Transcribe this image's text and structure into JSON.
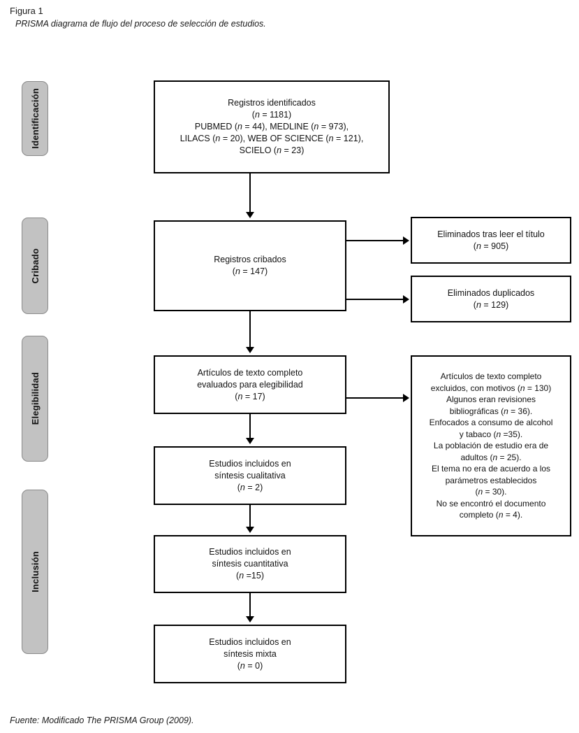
{
  "figure": {
    "label": "Figura 1",
    "caption": "PRISMA diagrama de flujo del proceso de selección de estudios.",
    "source": "Fuente: Modificado The PRISMA Group (2009)."
  },
  "stages": [
    {
      "label": "Identificación"
    },
    {
      "label": "Cribado"
    },
    {
      "label": "Elegibilidad"
    },
    {
      "label": "Inclusión"
    }
  ],
  "boxes": {
    "identified": {
      "name": "Registros identificados",
      "lines": [
        "Registros identificados",
        "(n = 1181)",
        "PUBMED (n = 44), MEDLINE (n = 973),",
        "LILACS (n = 20), WEB OF SCIENCE (n = 121),",
        "SCIELO (n = 23)"
      ]
    },
    "screened": {
      "name": "Registros cribados",
      "lines": [
        "Registros cribados",
        "(n = 147)"
      ]
    },
    "excluded_title": {
      "name": "Eliminados tras leer el título",
      "lines": [
        "Eliminados tras leer el título",
        "(n = 905)"
      ]
    },
    "excluded_duplicates": {
      "name": "Eliminados duplicados",
      "lines": [
        "Eliminados duplicados",
        "(n = 129)"
      ]
    },
    "eligibility": {
      "name": "Artículos de texto completo evaluados para elegibilidad",
      "lines": [
        "Artículos de texto completo",
        "evaluados para elegibilidad",
        "(n = 17)"
      ]
    },
    "excluded_reasons": {
      "name": "Artículos de texto completo excluidos, con motivos",
      "lines": [
        "Artículos de texto completo",
        "excluidos, con motivos (n = 130)",
        "Algunos eran revisiones",
        "bibliográficas (n = 36).",
        "Enfocados a consumo de alcohol",
        "y tabaco (n =35).",
        "La población de estudio era de",
        "adultos (n = 25).",
        "El tema no era de acuerdo a los",
        "parámetros establecidos",
        "(n = 30).",
        "No se encontró el documento",
        "completo (n = 4)."
      ]
    },
    "qualitative": {
      "name": "Estudios incluidos en síntesis cualitativa",
      "lines": [
        "Estudios incluidos en",
        "síntesis cualitativa",
        "(n = 2)"
      ]
    },
    "quantitative": {
      "name": "Estudios incluidos en síntesis cuantitativa",
      "lines": [
        "Estudios incluidos en",
        "síntesis cuantitativa",
        "(n =15)"
      ]
    },
    "mixed": {
      "name": "Estudios incluidos en síntesis mixta",
      "lines": [
        "Estudios incluidos en",
        "síntesis mixta",
        "(n = 0)"
      ]
    }
  },
  "colors": {
    "pill_fill": "#c2c2c2",
    "pill_border": "#8a8a8a",
    "box_border": "#000000",
    "text": "#111111",
    "background": "#ffffff"
  },
  "chart_data": {
    "type": "diagram",
    "diagram_kind": "PRISMA flow diagram",
    "title": "PRISMA diagrama de flujo del proceso de selección de estudios.",
    "stages": [
      "Identificación",
      "Cribado",
      "Elegibilidad",
      "Inclusión"
    ],
    "nodes": [
      {
        "id": "identified",
        "stage": "Identificación",
        "label": "Registros identificados",
        "n": 1181,
        "sources": [
          {
            "name": "PUBMED",
            "n": 44
          },
          {
            "name": "MEDLINE",
            "n": 973
          },
          {
            "name": "LILACS",
            "n": 20
          },
          {
            "name": "WEB OF SCIENCE",
            "n": 121
          },
          {
            "name": "SCIELO",
            "n": 23
          }
        ]
      },
      {
        "id": "screened",
        "stage": "Cribado",
        "label": "Registros cribados",
        "n": 147
      },
      {
        "id": "excluded_title",
        "stage": "Cribado",
        "label": "Eliminados tras leer el título",
        "n": 905
      },
      {
        "id": "excluded_duplicates",
        "stage": "Cribado",
        "label": "Eliminados duplicados",
        "n": 129
      },
      {
        "id": "eligibility",
        "stage": "Elegibilidad",
        "label": "Artículos de texto completo evaluados para elegibilidad",
        "n": 17
      },
      {
        "id": "excluded_reasons",
        "stage": "Elegibilidad",
        "label": "Artículos de texto completo excluidos, con motivos",
        "n": 130,
        "reasons": [
          {
            "label": "Algunos eran revisiones bibliográficas",
            "n": 36
          },
          {
            "label": "Enfocados a consumo de alcohol y tabaco",
            "n": 35
          },
          {
            "label": "La población de estudio era de adultos",
            "n": 25
          },
          {
            "label": "El tema no era de acuerdo a los parámetros establecidos",
            "n": 30
          },
          {
            "label": "No se encontró el documento completo",
            "n": 4
          }
        ]
      },
      {
        "id": "qualitative",
        "stage": "Inclusión",
        "label": "Estudios incluidos en síntesis cualitativa",
        "n": 2
      },
      {
        "id": "quantitative",
        "stage": "Inclusión",
        "label": "Estudios incluidos en síntesis cuantitativa",
        "n": 15
      },
      {
        "id": "mixed",
        "stage": "Inclusión",
        "label": "Estudios incluidos en síntesis mixta",
        "n": 0
      }
    ],
    "edges": [
      {
        "from": "identified",
        "to": "screened",
        "direction": "down"
      },
      {
        "from": "screened",
        "to": "excluded_title",
        "direction": "right"
      },
      {
        "from": "screened",
        "to": "excluded_duplicates",
        "direction": "right"
      },
      {
        "from": "screened",
        "to": "eligibility",
        "direction": "down"
      },
      {
        "from": "eligibility",
        "to": "excluded_reasons",
        "direction": "right"
      },
      {
        "from": "eligibility",
        "to": "qualitative",
        "direction": "down"
      },
      {
        "from": "qualitative",
        "to": "quantitative",
        "direction": "down"
      },
      {
        "from": "quantitative",
        "to": "mixed",
        "direction": "down"
      }
    ]
  }
}
